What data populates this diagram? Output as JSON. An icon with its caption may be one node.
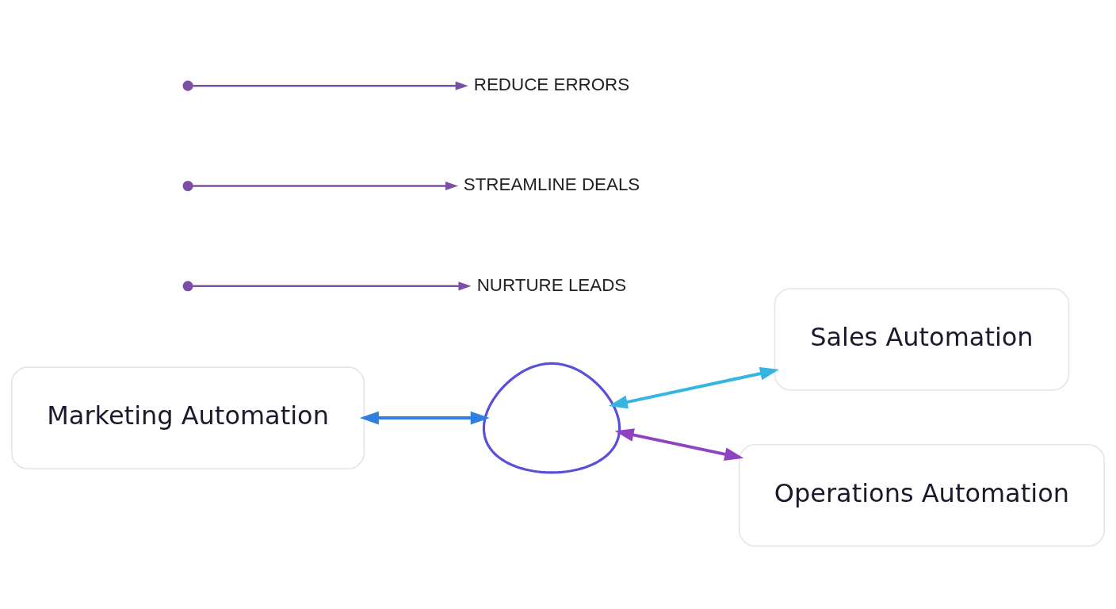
{
  "diagram": {
    "nodes": [
      {
        "text": [
          "Marketing Automation"
        ]
      },
      {
        "text": [
          "Sales Automation"
        ]
      },
      {
        "text": [
          "Operations Automation"
        ]
      },
      {
        "text": [],
        "shape": "brain"
      },
      {
        "text": [
          "NURTURE LEADS"
        ]
      },
      {
        "text": [
          "STREAMLINE DEALS"
        ]
      },
      {
        "text": [
          "REDUCE ERRORS"
        ]
      }
    ],
    "edges": [
      {
        "from": 0,
        "to": 3,
        "arrow": "both",
        "color": "#2f7fe0"
      },
      {
        "from": 3,
        "to": 1,
        "arrow": "both",
        "color": "#35b5e0"
      },
      {
        "from": 3,
        "to": 2,
        "arrow": "both",
        "color": "#8e44c0"
      },
      {
        "from": null,
        "to": 4,
        "arrow": "to",
        "color": "#7b4fa8"
      },
      {
        "from": null,
        "to": 5,
        "arrow": "to",
        "color": "#7b4fa8"
      },
      {
        "from": null,
        "to": 6,
        "arrow": "to",
        "color": "#7b4fa8"
      }
    ]
  }
}
